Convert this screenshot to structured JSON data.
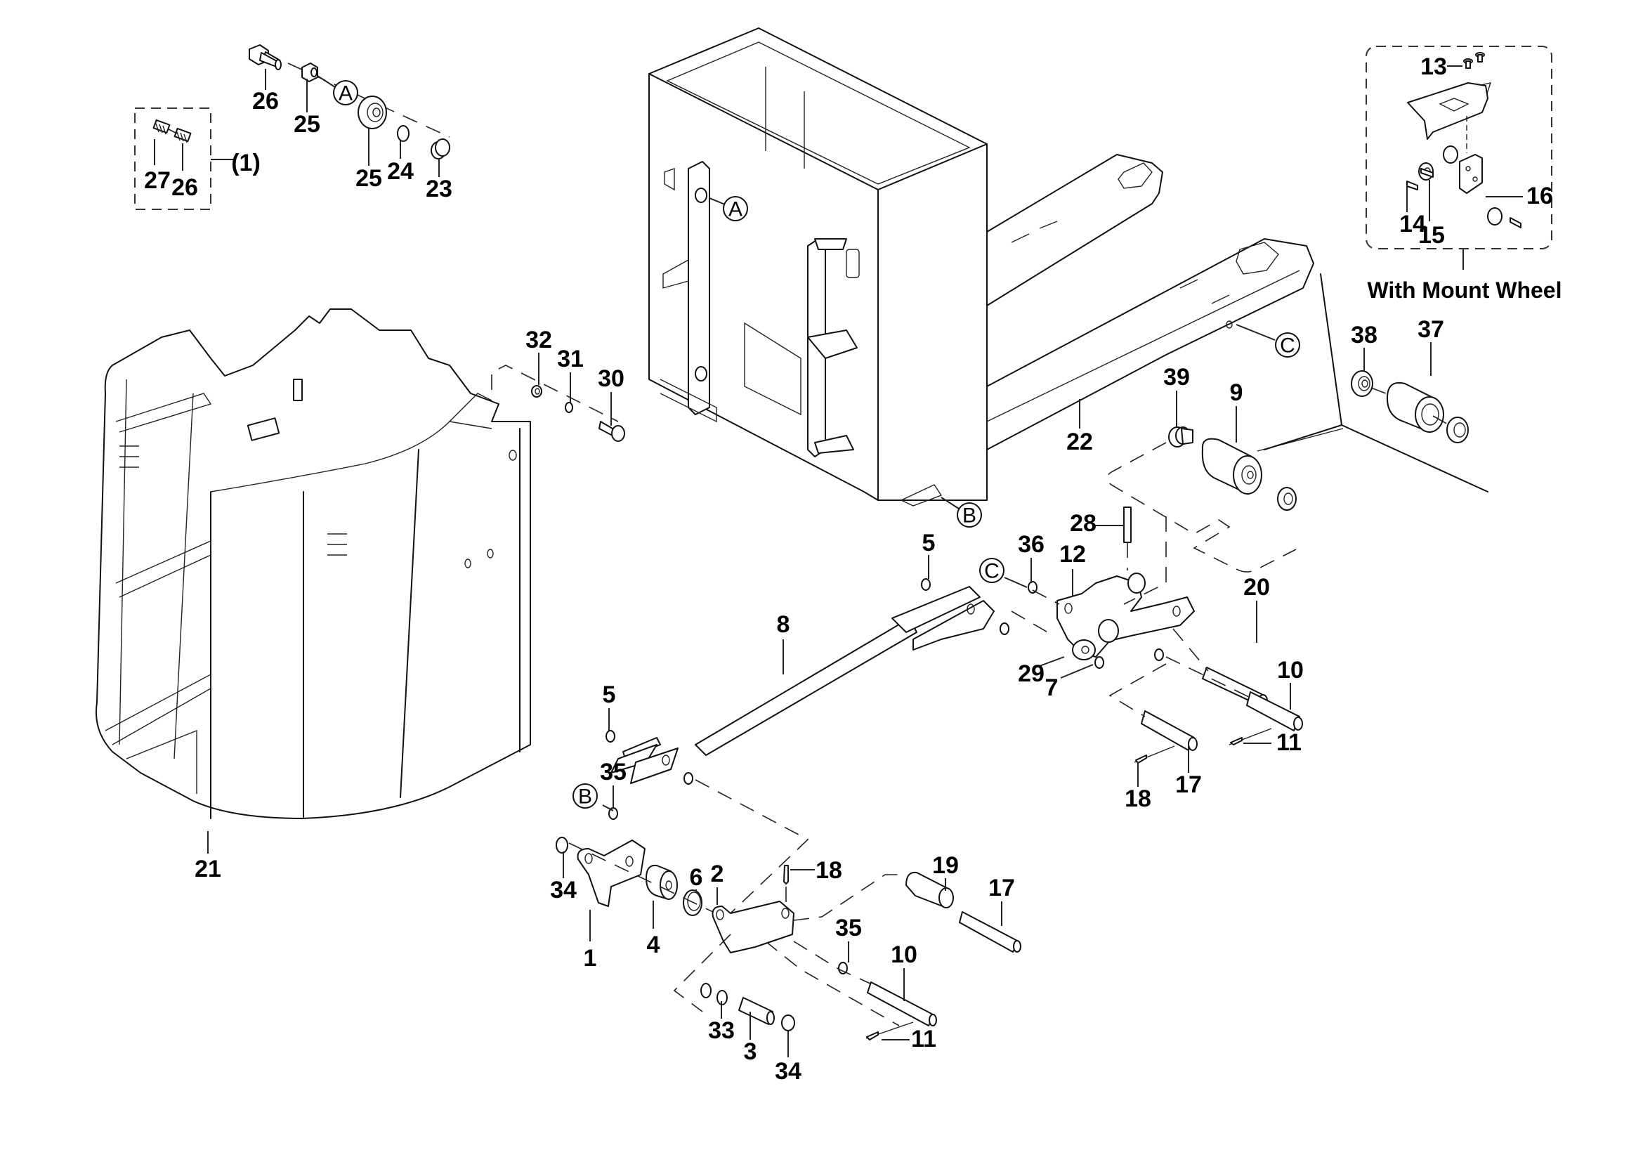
{
  "diagram": {
    "type": "exploded parts diagram",
    "subject": "Pallet truck chassis, fork frame, push rod linkage and load wheels",
    "background": "#ffffff",
    "line_color": "#111111"
  },
  "callouts": [
    {
      "id": "c26a",
      "label": "26",
      "part": "bolt"
    },
    {
      "id": "c25a",
      "label": "25",
      "part": "nut"
    },
    {
      "id": "c25b",
      "label": "25",
      "part": "roller"
    },
    {
      "id": "c24",
      "label": "24",
      "part": "retaining ring"
    },
    {
      "id": "c23",
      "label": "23",
      "part": "cap"
    },
    {
      "id": "c27",
      "label": "27",
      "part": "spring"
    },
    {
      "id": "c26b",
      "label": "26",
      "part": "spring"
    },
    {
      "id": "c1g",
      "label": "(1)",
      "part": "spring set"
    },
    {
      "id": "c32",
      "label": "32",
      "part": "washer"
    },
    {
      "id": "c31",
      "label": "31",
      "part": "lock washer"
    },
    {
      "id": "c30",
      "label": "30",
      "part": "socket head screw"
    },
    {
      "id": "c21",
      "label": "21",
      "part": "chassis cover"
    },
    {
      "id": "c22",
      "label": "22",
      "part": "fork frame"
    },
    {
      "id": "c13",
      "label": "13",
      "part": "screw"
    },
    {
      "id": "c16",
      "label": "16",
      "part": "bracket"
    },
    {
      "id": "c14",
      "label": "14",
      "part": "bolt"
    },
    {
      "id": "c15",
      "label": "15",
      "part": "guide wheel"
    },
    {
      "id": "c38",
      "label": "38",
      "part": "bearing"
    },
    {
      "id": "c37",
      "label": "37",
      "part": "load wheel"
    },
    {
      "id": "c39",
      "label": "39",
      "part": "bushing"
    },
    {
      "id": "c9",
      "label": "9",
      "part": "load roller"
    },
    {
      "id": "c28",
      "label": "28",
      "part": "pin"
    },
    {
      "id": "c5a",
      "label": "5",
      "part": "bushing"
    },
    {
      "id": "c36",
      "label": "36",
      "part": "bushing"
    },
    {
      "id": "c12",
      "label": "12",
      "part": "wheel bracket"
    },
    {
      "id": "c20",
      "label": "20",
      "part": "pin"
    },
    {
      "id": "c8",
      "label": "8",
      "part": "push rod"
    },
    {
      "id": "c29",
      "label": "29",
      "part": "roller"
    },
    {
      "id": "c7",
      "label": "7",
      "part": "bushing"
    },
    {
      "id": "c10a",
      "label": "10",
      "part": "pin"
    },
    {
      "id": "c11a",
      "label": "11",
      "part": "cotter pin"
    },
    {
      "id": "c5b",
      "label": "5",
      "part": "bushing"
    },
    {
      "id": "c17a",
      "label": "17",
      "part": "pin"
    },
    {
      "id": "c18a",
      "label": "18",
      "part": "cotter pin"
    },
    {
      "id": "c35a",
      "label": "35",
      "part": "bushing"
    },
    {
      "id": "c34a",
      "label": "34",
      "part": "retaining ring"
    },
    {
      "id": "c6",
      "label": "6",
      "part": "bushing"
    },
    {
      "id": "c2",
      "label": "2",
      "part": "lever"
    },
    {
      "id": "c18b",
      "label": "18",
      "part": "cotter pin"
    },
    {
      "id": "c19",
      "label": "19",
      "part": "roller"
    },
    {
      "id": "c17b",
      "label": "17",
      "part": "pin"
    },
    {
      "id": "c1",
      "label": "1",
      "part": "lever"
    },
    {
      "id": "c4",
      "label": "4",
      "part": "roller"
    },
    {
      "id": "c35b",
      "label": "35",
      "part": "bushing"
    },
    {
      "id": "c10b",
      "label": "10",
      "part": "pin"
    },
    {
      "id": "c33",
      "label": "33",
      "part": "washer"
    },
    {
      "id": "c3",
      "label": "3",
      "part": "pin"
    },
    {
      "id": "c34b",
      "label": "34",
      "part": "retaining ring"
    },
    {
      "id": "c11b",
      "label": "11",
      "part": "cotter pin"
    }
  ],
  "reference_markers": [
    {
      "id": "refA1",
      "letter": "A"
    },
    {
      "id": "refA2",
      "letter": "A"
    },
    {
      "id": "refB1",
      "letter": "B"
    },
    {
      "id": "refB2",
      "letter": "B"
    },
    {
      "id": "refC1",
      "letter": "C"
    },
    {
      "id": "refC2",
      "letter": "C"
    }
  ],
  "inset": {
    "caption": "With Mount Wheel"
  }
}
